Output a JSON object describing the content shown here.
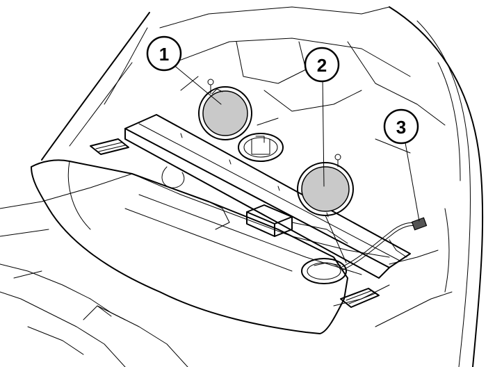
{
  "diagram": {
    "callouts": [
      {
        "id": "1",
        "label": "1"
      },
      {
        "id": "2",
        "label": "2"
      },
      {
        "id": "3",
        "label": "3"
      }
    ],
    "colors": {
      "line": "#000000",
      "background": "#ffffff",
      "cover_fill": "#c9c9c9",
      "callout_fill": "#ffffff"
    }
  }
}
